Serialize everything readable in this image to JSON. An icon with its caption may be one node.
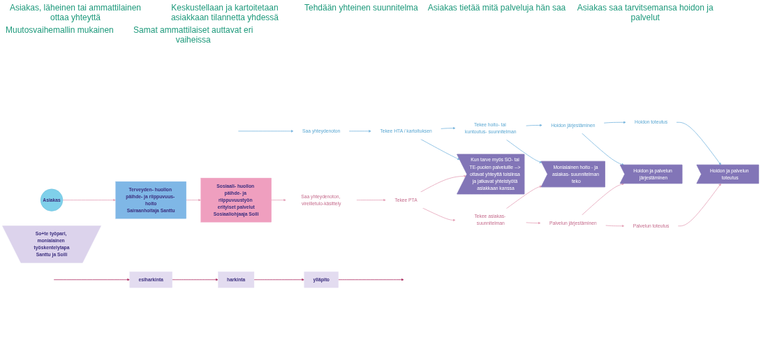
{
  "diagram": {
    "nodes": [
      {
        "text": [
          "Asiakas"
        ]
      },
      {
        "text": [
          "Terveyden- huollon päihde- ja riippuvuus- hoito",
          "Sairaanhoitaja Santtu"
        ]
      },
      {
        "text": [
          "Sosiaali- huollon päihde- ja riippuvuustyön erityiset palvelut",
          "Sosiaaliohjaaja Soili"
        ]
      },
      {
        "text": [
          "So+te työpari, monialainen työskentelytapa",
          "Santtu ja Soili"
        ]
      },
      {
        "text": [
          "Saa yhteydenoton"
        ]
      },
      {
        "text": [
          "Tekee HTA / kartoituksen"
        ]
      },
      {
        "text": [
          "Tekee hoito- tai kuntoutus- suunnitelman"
        ]
      },
      {
        "text": [
          "Hoidon järjestäminen"
        ]
      },
      {
        "text": [
          "Hoidon toteutus"
        ]
      },
      {
        "text": [
          "Kun tarve myös SO- tai TE-puolen palveluille --> ottavat yhteyttä toisiinsa ja jatkavat yhteistyötä asiakkaan kanssa"
        ]
      },
      {
        "text": [
          "Monialainen hoito - ja asiakas- suunnitelman teko"
        ]
      },
      {
        "text": [
          "Hoidon ja palvelun järjestäminen"
        ]
      },
      {
        "text": [
          "Hoidon ja palvelun toteutus"
        ]
      },
      {
        "text": [
          "Saa yhteydenoton, vireilletulo-käsittely"
        ]
      },
      {
        "text": [
          "Tekee PTA"
        ]
      },
      {
        "text": [
          "Tekee asiakas- suunnitelman"
        ]
      },
      {
        "text": [
          "Palvelun järjestäminen"
        ]
      },
      {
        "text": [
          "Palvelun toteutus"
        ]
      },
      {
        "text": [
          "esiharkinta"
        ]
      },
      {
        "text": [
          "harkinta"
        ]
      },
      {
        "text": [
          "ylläpito"
        ]
      }
    ],
    "edges": [
      {
        "from": 0,
        "to": 1,
        "arrow": "to",
        "color": "#e6a4ba"
      },
      {
        "from": 1,
        "to": 2,
        "arrow": "to",
        "color": "#e6a4ba"
      },
      {
        "from": 2,
        "to": 13,
        "arrow": "to",
        "color": "#e6a4ba"
      },
      {
        "from": null,
        "to": 4,
        "arrow": "to",
        "color": "#7db9e0"
      },
      {
        "from": 4,
        "to": 5,
        "arrow": "to",
        "color": "#7db9e0"
      },
      {
        "from": 5,
        "to": 6,
        "arrow": "to",
        "color": "#7db9e0"
      },
      {
        "from": 6,
        "to": 7,
        "arrow": "to",
        "color": "#7db9e0"
      },
      {
        "from": 7,
        "to": 8,
        "arrow": "to",
        "color": "#7db9e0"
      },
      {
        "from": 5,
        "to": 9,
        "arrow": "to",
        "color": "#7db9e0"
      },
      {
        "from": 6,
        "to": 10,
        "arrow": "to",
        "color": "#7db9e0"
      },
      {
        "from": 7,
        "to": 11,
        "arrow": "to",
        "color": "#7db9e0"
      },
      {
        "from": 8,
        "to": 12,
        "arrow": "to",
        "color": "#7db9e0"
      },
      {
        "from": 13,
        "to": 14,
        "arrow": "to",
        "color": "#e6a4ba"
      },
      {
        "from": 14,
        "to": 15,
        "arrow": "to",
        "color": "#e6a4ba"
      },
      {
        "from": 15,
        "to": 16,
        "arrow": "to",
        "color": "#e6a4ba"
      },
      {
        "from": 16,
        "to": 17,
        "arrow": "to",
        "color": "#e6a4ba"
      },
      {
        "from": 14,
        "to": 9,
        "arrow": "to",
        "color": "#e6a4ba"
      },
      {
        "from": 15,
        "to": 10,
        "arrow": "to",
        "color": "#e6a4ba"
      },
      {
        "from": 16,
        "to": 11,
        "arrow": "to",
        "color": "#e6a4ba"
      },
      {
        "from": 17,
        "to": 12,
        "arrow": "to",
        "color": "#e6a4ba"
      },
      {
        "from": null,
        "to": 18,
        "arrow": "to",
        "color": "#b0386a"
      },
      {
        "from": 18,
        "to": 19,
        "arrow": "to",
        "color": "#b0386a"
      },
      {
        "from": 19,
        "to": 20,
        "arrow": "to",
        "color": "#b0386a"
      },
      {
        "from": 20,
        "to": null,
        "arrow": "to",
        "color": "#b0386a"
      }
    ],
    "labels": [
      "Asiakas, läheinen tai ammattilainen ottaa yhteyttä",
      "Keskustellaan ja kartoitetaan asiakkaan tilannetta yhdessä",
      "Tehdään yhteinen suunnitelma",
      "Asiakas tietää mitä palveluja hän saa",
      "Asiakas saa tarvitsemansa hoidon ja palvelut",
      "Muutosvaihemallin mukainen",
      "Samat ammattilaiset auttavat eri vaiheissa"
    ]
  }
}
